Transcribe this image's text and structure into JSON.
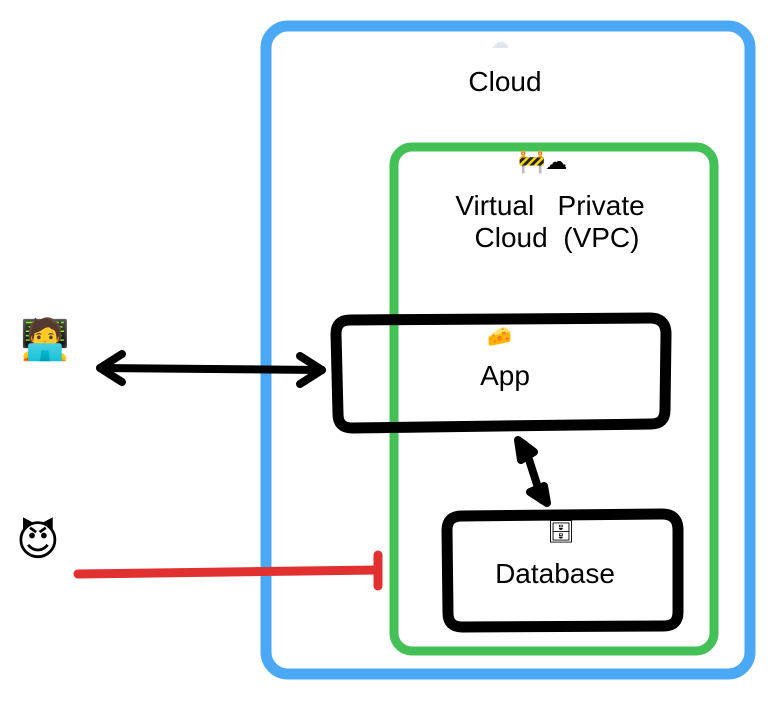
{
  "diagram": {
    "colors": {
      "cloud_border": "#4aa8f5",
      "vpc_border": "#44c156",
      "box_border": "#000000",
      "block_line": "#e0302f",
      "arrow": "#000000"
    },
    "nodes": {
      "cloud": {
        "label": "Cloud",
        "icon": "cloud-icon",
        "glyph": "☁"
      },
      "vpc": {
        "label_line1": "Virtual   Private",
        "label_line2": "Cloud  (VPC)",
        "icon": "construction-barrier-cloud-icon",
        "glyph": "🚧☁"
      },
      "app": {
        "label": "App",
        "icon": "cheese-icon",
        "glyph": "🧀"
      },
      "database": {
        "label": "Database",
        "icon": "file-cabinet-icon",
        "glyph": "🗄"
      },
      "user": {
        "icon": "technologist-icon",
        "glyph": "🧑‍💻"
      },
      "attacker": {
        "icon": "smiling-devil-icon",
        "glyph": "😈"
      }
    },
    "edges": [
      {
        "from": "user",
        "to": "app",
        "type": "bidirectional-arrow"
      },
      {
        "from": "app",
        "to": "database",
        "type": "bidirectional-arrow"
      },
      {
        "from": "attacker",
        "to": "vpc",
        "type": "blocked"
      }
    ]
  }
}
